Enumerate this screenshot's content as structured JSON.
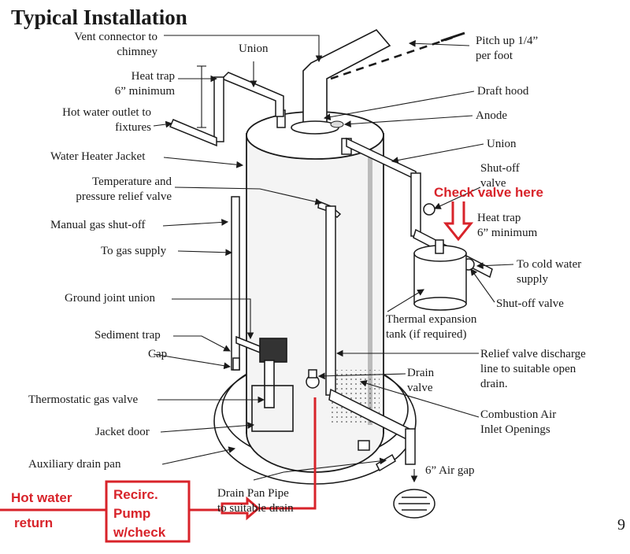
{
  "title": "Typical Installation",
  "page_number": "9",
  "labels": {
    "vent_connector_1": "Vent connector to",
    "vent_connector_2": "chimney",
    "union_top": "Union",
    "heat_trap_left_1": "Heat trap",
    "heat_trap_left_2": "6” minimum",
    "hot_outlet_1": "Hot water outlet to",
    "hot_outlet_2": "fixtures",
    "jacket": "Water Heater Jacket",
    "tp_valve_1": "Temperature and",
    "tp_valve_2": "pressure relief valve",
    "manual_gas": "Manual gas shut-off",
    "gas_supply": "To gas supply",
    "ground_union": "Ground joint union",
    "sediment_trap": "Sediment trap",
    "cap": "Cap",
    "thermostatic": "Thermostatic gas valve",
    "jacket_door": "Jacket door",
    "aux_pan": "Auxiliary drain pan",
    "drain_pan_pipe_1": "Drain Pan Pipe",
    "drain_pan_pipe_2": "to suitable drain",
    "pitch_1": "Pitch up 1/4”",
    "pitch_2": "per foot",
    "draft_hood": "Draft hood",
    "anode": "Anode",
    "union_right": "Union",
    "shutoff_top_1": "Shut-off",
    "shutoff_top_2": "valve",
    "heat_trap_right_1": "Heat trap",
    "heat_trap_right_2": "6” minimum",
    "cold_supply_1": "To cold water",
    "cold_supply_2": "supply",
    "shutoff_bottom": "Shut-off valve",
    "expansion_1": "Thermal expansion",
    "expansion_2": "tank (if required)",
    "relief_1": "Relief valve discharge",
    "relief_2": "line to suitable open",
    "relief_3": "drain.",
    "drain_valve_1": "Drain",
    "drain_valve_2": "valve",
    "combustion_1": "Combustion Air",
    "combustion_2": "Inlet Openings",
    "air_gap": "6” Air gap"
  },
  "annotations": {
    "check_valve": "Check valve here",
    "hot_return_1": "Hot water",
    "hot_return_2": "return",
    "pump_1": "Recirc.",
    "pump_2": "Pump",
    "pump_3": "w/check"
  },
  "colors": {
    "annotation_red": "#d8232a",
    "line": "#1a1a1a",
    "tank_fill": "#f4f4f4"
  }
}
